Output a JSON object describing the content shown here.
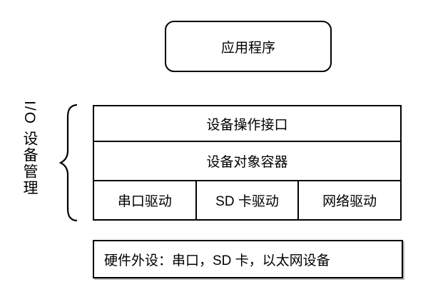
{
  "diagram": {
    "application_box": "应用程序",
    "side_label": "I/O 设备管理",
    "layer_stack": {
      "row1": "设备操作接口",
      "row2": "设备对象容器",
      "drivers": [
        "串口驱动",
        "SD 卡驱动",
        "网络驱动"
      ]
    },
    "hardware_box": "硬件外设：串口，SD 卡，以太网设备",
    "colors": {
      "line": "#000000",
      "text": "#000000",
      "background": "#ffffff"
    }
  }
}
